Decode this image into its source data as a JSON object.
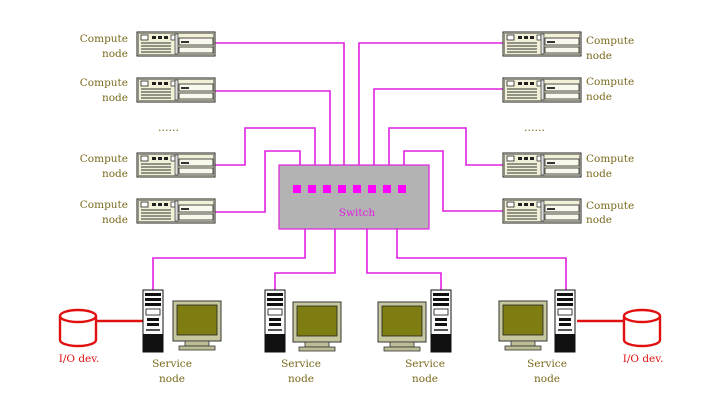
{
  "compute_label_line1": "Compute",
  "compute_label_line2": "node",
  "service_label_line1": "Service",
  "service_label_line2": "node",
  "switch_label": "Switch",
  "io_label": "I/O dev.",
  "ellipsis": "......",
  "colors": {
    "link": "#e020e0",
    "io_link": "#e01010",
    "label": "#7a6a1e",
    "switch_fill": "#b3b3b3",
    "switch_port": "#ff00ff",
    "server_body": "#f2f0d6",
    "monitor_body": "#c8c8a0",
    "screen": "#7d7d12"
  }
}
